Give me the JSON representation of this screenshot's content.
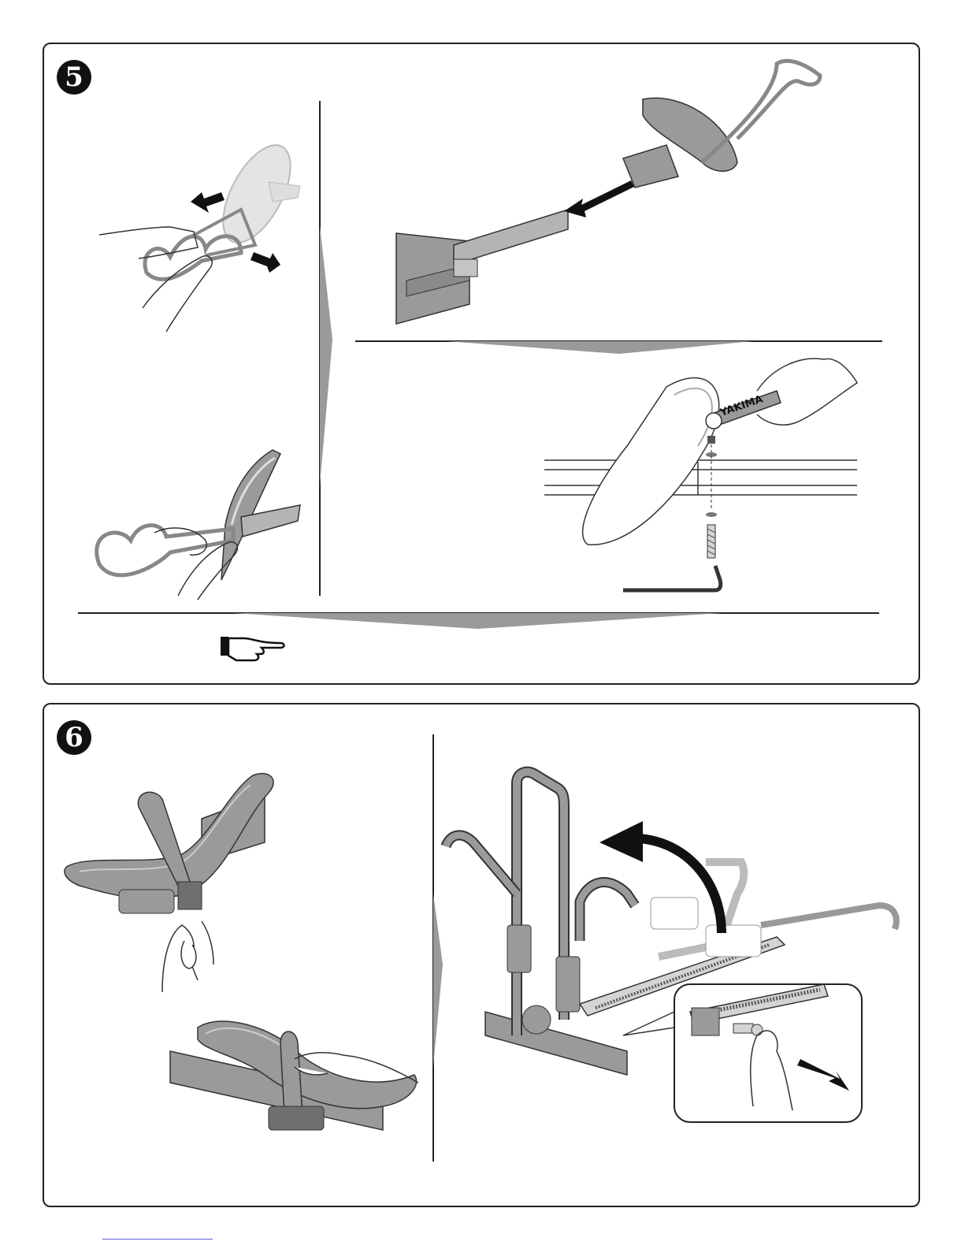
{
  "document": {
    "steps": [
      {
        "number": "5"
      },
      {
        "number": "6"
      }
    ],
    "wrench_brand": "YAKIMA"
  },
  "colors": {
    "part_gray": "#9a9a9a",
    "light_gray": "#d4d4d4",
    "dark_gray": "#6f6f6f",
    "outline": "#222222",
    "note_link": "#5a5ad8"
  },
  "icons": {
    "note": "pointing-hand-icon",
    "arrow": "direction-arrow-icon"
  }
}
